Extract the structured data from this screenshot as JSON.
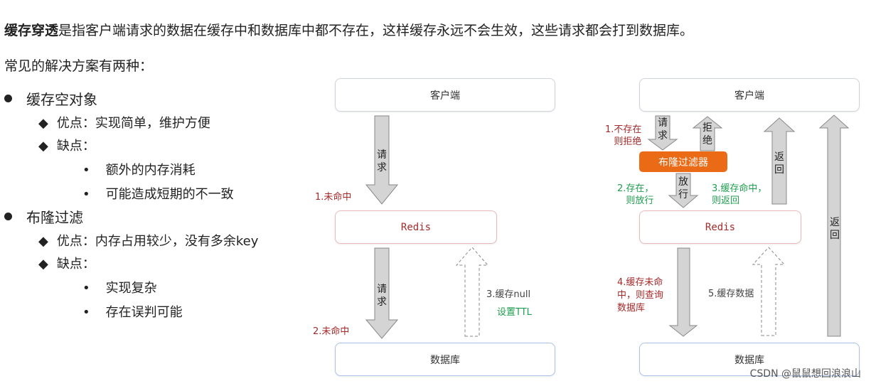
{
  "intro": {
    "term": "缓存穿透",
    "rest": "是指客户端请求的数据在缓存中和数据库中都不存在，这样缓存永远不会生效，这些请求都会打到数据库。"
  },
  "subtitle": "常见的解决方案有两种：",
  "solutions": [
    {
      "title": "缓存空对象",
      "pros_label": "优点：实现简单，维护方便",
      "cons_label": "缺点：",
      "cons": [
        "额外的内存消耗",
        "可能造成短期的不一致"
      ]
    },
    {
      "title": "布隆过滤",
      "pros_label": "优点：内存占用较少，没有多余key",
      "cons_label": "缺点：",
      "cons": [
        "实现复杂",
        "存在误判可能"
      ]
    }
  ],
  "diagram1": {
    "client": "客户端",
    "redis": "Redis",
    "db": "数据库",
    "request1": "请求",
    "miss1": "1.未命中",
    "request2": "请求",
    "miss2": "2.未命中",
    "cache_null": "3.缓存null",
    "set_ttl": "设置TTL"
  },
  "diagram2": {
    "client": "客户端",
    "bloom": "布隆过滤器",
    "redis": "Redis",
    "db": "数据库",
    "request": "请求",
    "reject": "拒绝",
    "not_exist": "1.不存在\n则拒绝",
    "pass": "放行",
    "exist": "2.存在，\n则放行",
    "hit": "3.缓存命中，\n则返回",
    "return1": "返回",
    "miss_query": "4.缓存未命\n中，则查询\n数据库",
    "cache_data": "5.缓存数据",
    "return2": "返回"
  },
  "watermark": "CSDN @鼠鼠想回浪浪山",
  "colors": {
    "red": "#a52a2a",
    "green": "#1e9e4e",
    "orange": "#ea6a16"
  }
}
